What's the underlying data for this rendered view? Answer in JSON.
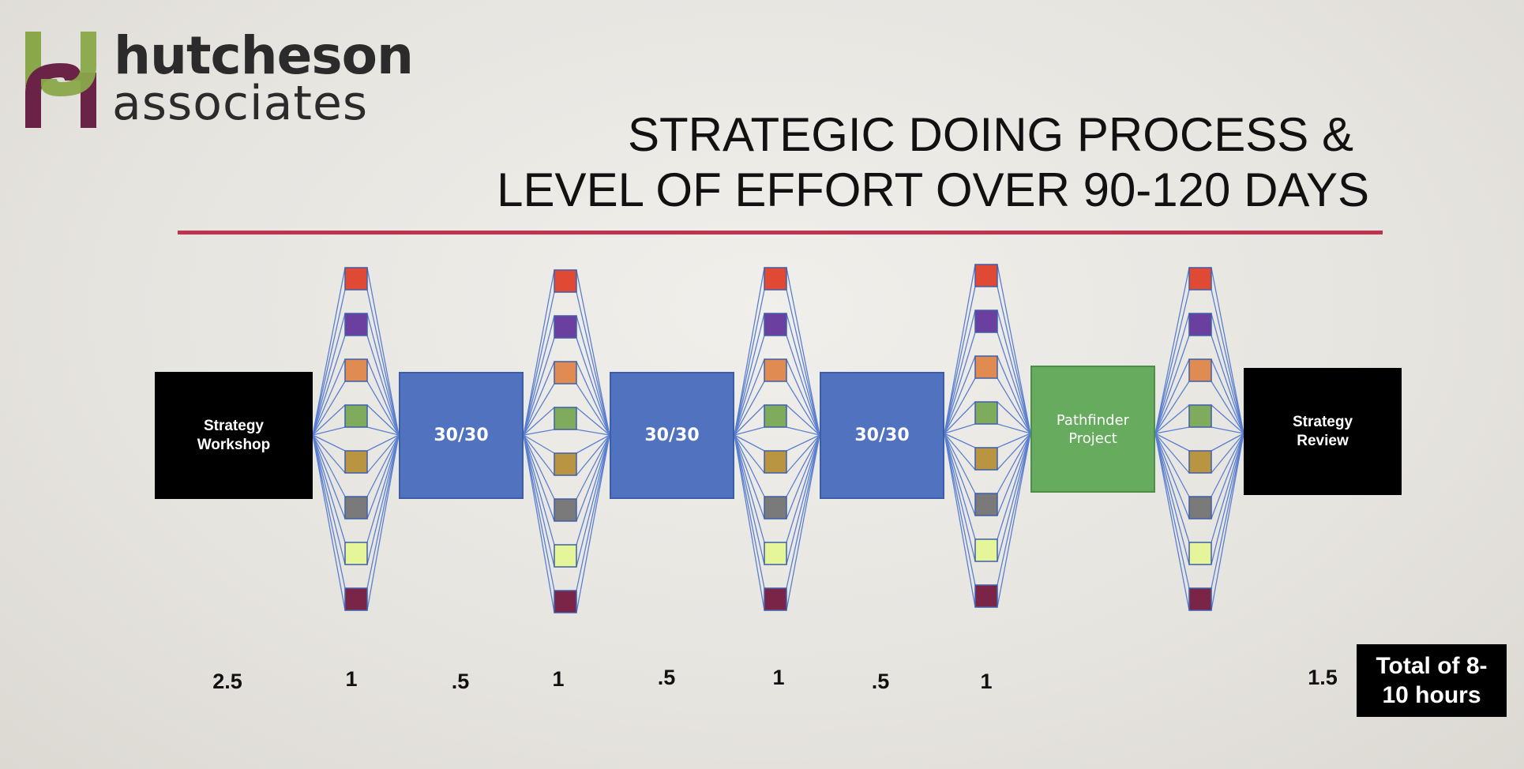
{
  "logo": {
    "line1": "hutcheson",
    "line2": "associates",
    "colors": {
      "green": "#8aa84a",
      "plum": "#6a2346"
    }
  },
  "title": {
    "line1": "STRATEGIC DOING PROCESS &",
    "line2": "LEVEL OF EFFORT OVER 90-120 DAYS",
    "rule_color": "#c0334e"
  },
  "stages": {
    "strategy_workshop": "Strategy\nWorkshop",
    "thirty_1": "30/30",
    "thirty_2": "30/30",
    "thirty_3": "30/30",
    "pathfinder": "Pathfinder\nProject",
    "strategy_review": "Strategy\nReview"
  },
  "colors": {
    "stage_black": "#000000",
    "stage_blue": "#5072bf",
    "stage_green": "#67ab5f",
    "connector": "#5b7fd0",
    "squares": [
      "#e04a35",
      "#6a3fa0",
      "#e08b52",
      "#7fac5c",
      "#b99441",
      "#7a7a7a",
      "#e4f59a",
      "#7a2547"
    ],
    "square_border": "#3f5fa8"
  },
  "effort": {
    "values": [
      "2.5",
      "1",
      ".5",
      "1",
      ".5",
      "1",
      ".5",
      "1",
      "1.5"
    ],
    "total": "Total of 8-\n10 hours"
  }
}
